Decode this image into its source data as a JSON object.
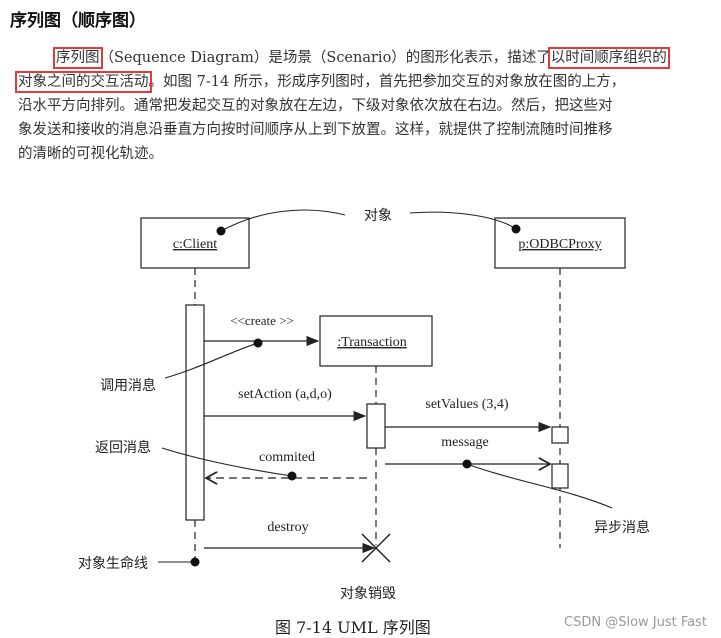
{
  "heading": "序列图（顺序图）",
  "paragraph": {
    "line1_a": "序列图",
    "line1_b": "（Sequence Diagram）是场景（Scenario）的图形化表示，描述了",
    "line1_c": "以时间顺序组织的",
    "line2_a": "对象之间的交互活动",
    "line2_b": "。如图 7-14 所示，形成序列图时，首先把参加交互的对象放在图的上方，",
    "line3": "沿水平方向排列。通常把发起交互的对象放在左边，下级对象依次放在右边。然后，把这些对",
    "line4": "象发送和接收的消息沿垂直方向按时间顺序从上到下放置。这样，就提供了控制流随时间推移",
    "line5": "的清晰的可视化轨迹。"
  },
  "diagram": {
    "objects": {
      "client": "c:Client",
      "proxy": "p:ODBCProxy",
      "transaction": ":Transaction"
    },
    "messages": {
      "create": "<<create >>",
      "set_action": "setAction  (a,d,o)",
      "set_values": "setValues  (3,4)",
      "message": "message",
      "commited": "commited",
      "destroy": "destroy"
    },
    "annotations": {
      "object": "对象",
      "call_message": "调用消息",
      "return_message": "返回消息",
      "async_message": "异步消息",
      "lifeline": "对象生命线",
      "destruction": "对象销毁"
    },
    "caption": "图 7-14    UML 序列图"
  },
  "watermark": "CSDN @Slow Just Fast",
  "colors": {
    "highlight": "#e23b3b",
    "text": "#222222",
    "watermark": "#999999"
  }
}
